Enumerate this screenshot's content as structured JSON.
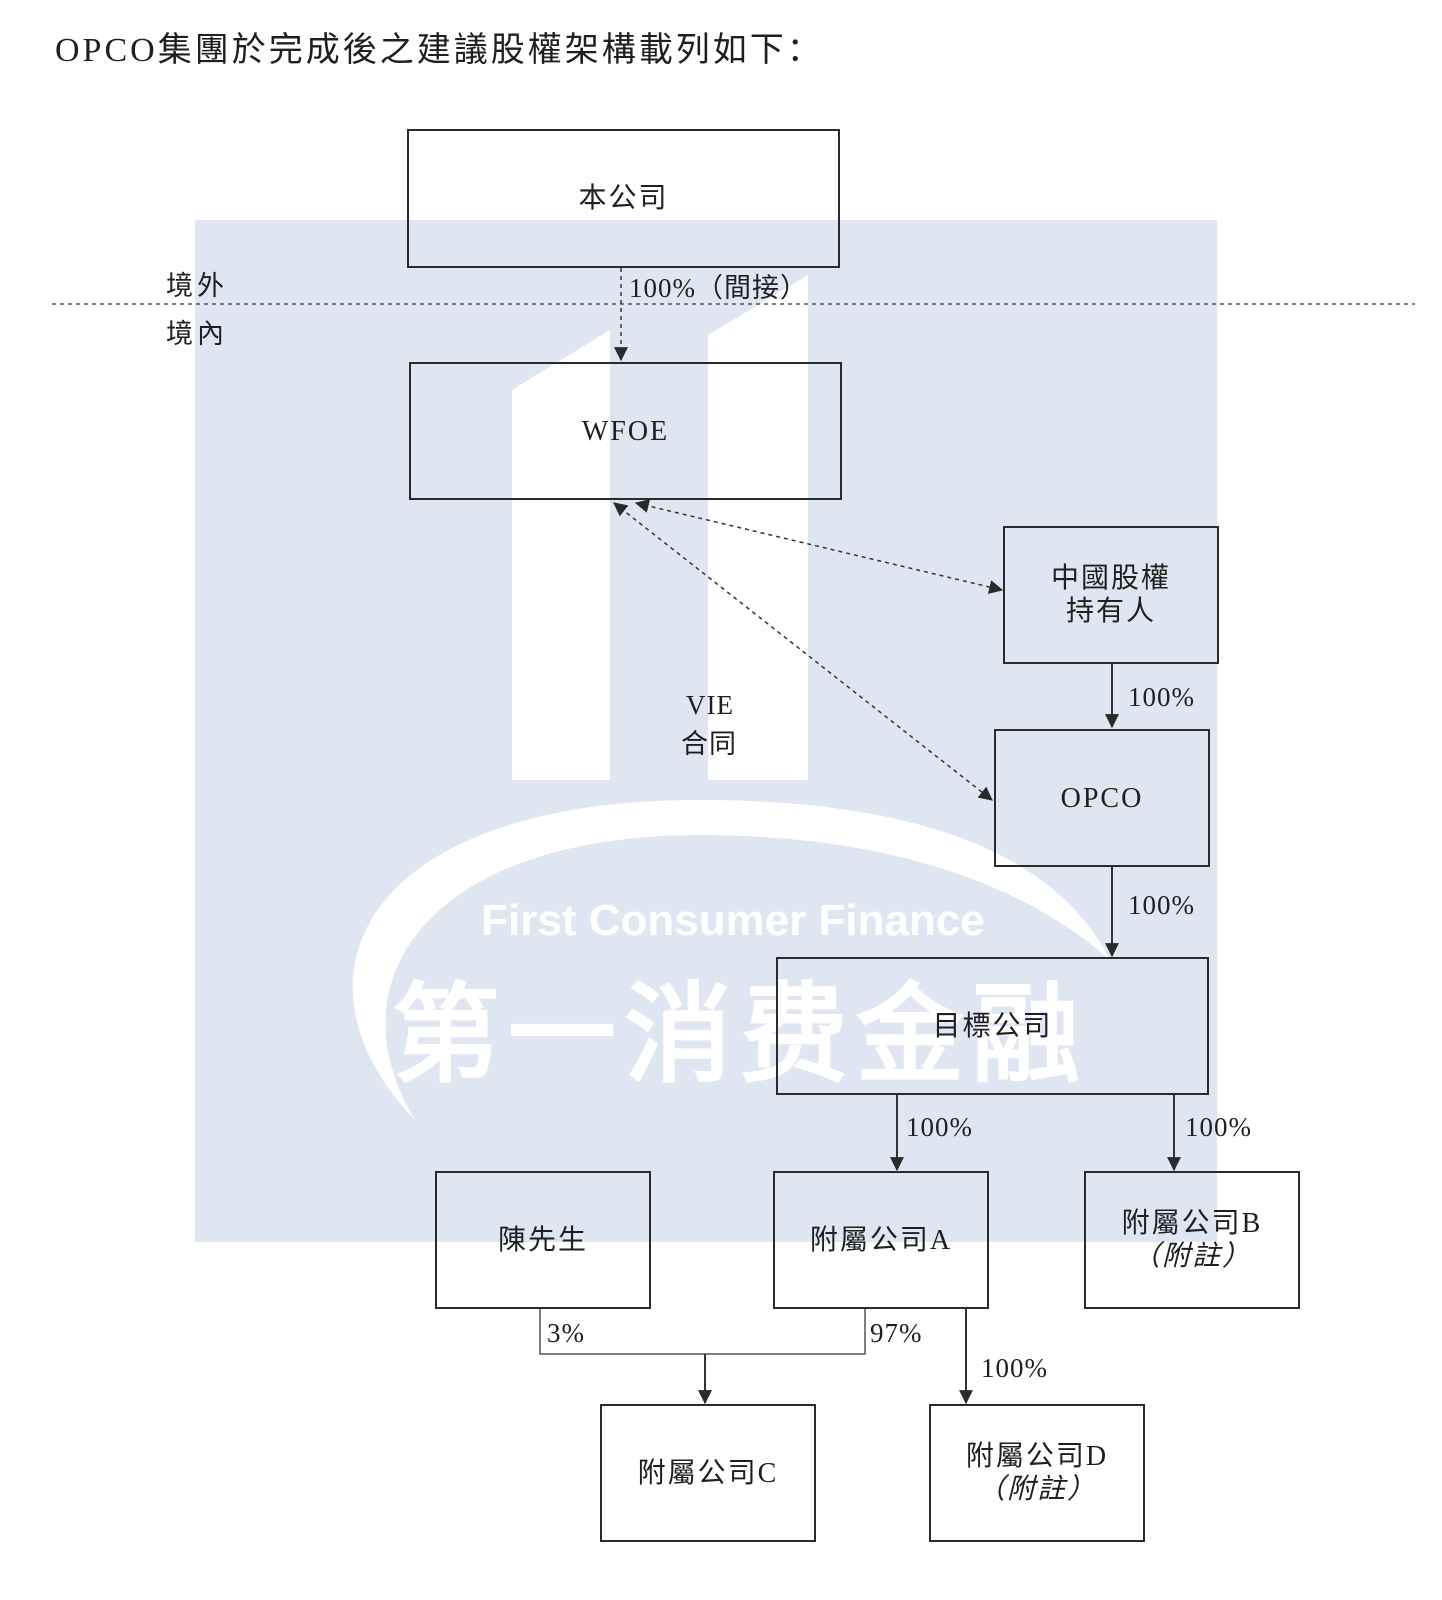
{
  "heading": "OPCO集團於完成後之建議股權架構載列如下：",
  "watermark": {
    "english": "First Consumer Finance",
    "chinese": "第一消费金融",
    "color": "#dfe6f2"
  },
  "zones": {
    "offshore": "境外",
    "onshore": "境內"
  },
  "entities": {
    "company": "本公司",
    "wfoe": "WFOE",
    "prc_holders_line1": "中國股權",
    "prc_holders_line2": "持有人",
    "opco": "OPCO",
    "target": "目標公司",
    "mr_chan": "陳先生",
    "sub_a": "附屬公司A",
    "sub_b": "附屬公司B",
    "sub_b_note": "（附註）",
    "sub_c": "附屬公司C",
    "sub_d": "附屬公司D",
    "sub_d_note": "（附註）"
  },
  "links": {
    "company_to_wfoe": "100%（間接）",
    "vie_line1": "VIE",
    "vie_line2": "合同",
    "holders_to_opco": "100%",
    "opco_to_target": "100%",
    "target_to_sub_a": "100%",
    "target_to_sub_b": "100%",
    "chan_to_sub_c": "3%",
    "sub_a_to_sub_c": "97%",
    "sub_a_to_sub_d": "100%"
  }
}
